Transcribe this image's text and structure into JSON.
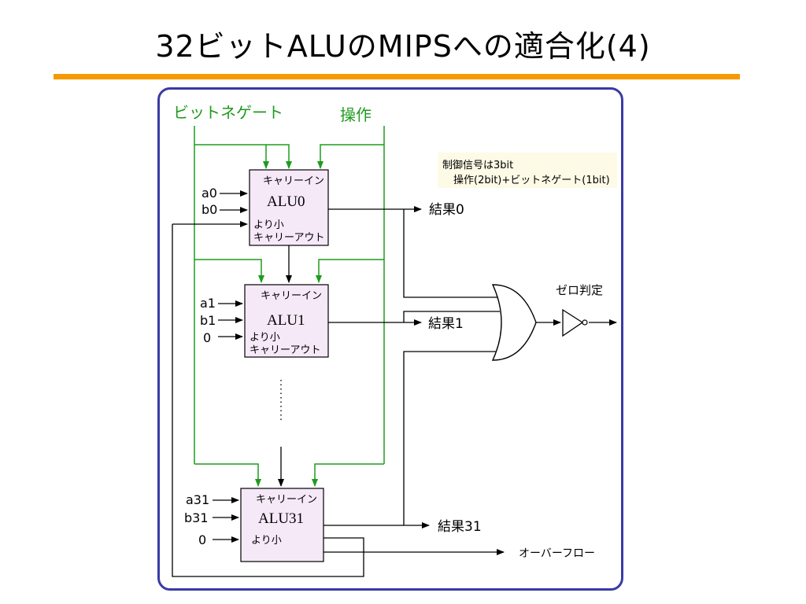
{
  "title": "32ビットALUのMIPSへの適合化(4)",
  "colors": {
    "accent_rule": "#f59a00",
    "frame": "#3a3aa5",
    "control_wire": "#1f9b1f",
    "alu_fill": "#f5e8f7",
    "note_fill": "#fdfae6"
  },
  "labels": {
    "bitnegate": "ビットネゲート",
    "operation": "操作",
    "note_line1": "制御信号は3bit",
    "note_line2": "操作(2bit)+ビットネゲート(1bit)",
    "zero_detect": "ゼロ判定",
    "overflow": "オーバーフロー"
  },
  "alus": [
    {
      "name": "ALU0",
      "carry_in": "キャリーイン",
      "less": "より小",
      "carry_out": "キャリーアウト",
      "inputs": [
        "a0",
        "b0"
      ],
      "result": "結果0"
    },
    {
      "name": "ALU1",
      "carry_in": "キャリーイン",
      "less": "より小",
      "carry_out": "キャリーアウト",
      "inputs": [
        "a1",
        "b1",
        "0"
      ],
      "result": "結果1"
    },
    {
      "name": "ALU31",
      "carry_in": "キャリーイン",
      "less": "より小",
      "carry_out": "",
      "inputs": [
        "a31",
        "b31",
        "0"
      ],
      "result": "結果31"
    }
  ]
}
